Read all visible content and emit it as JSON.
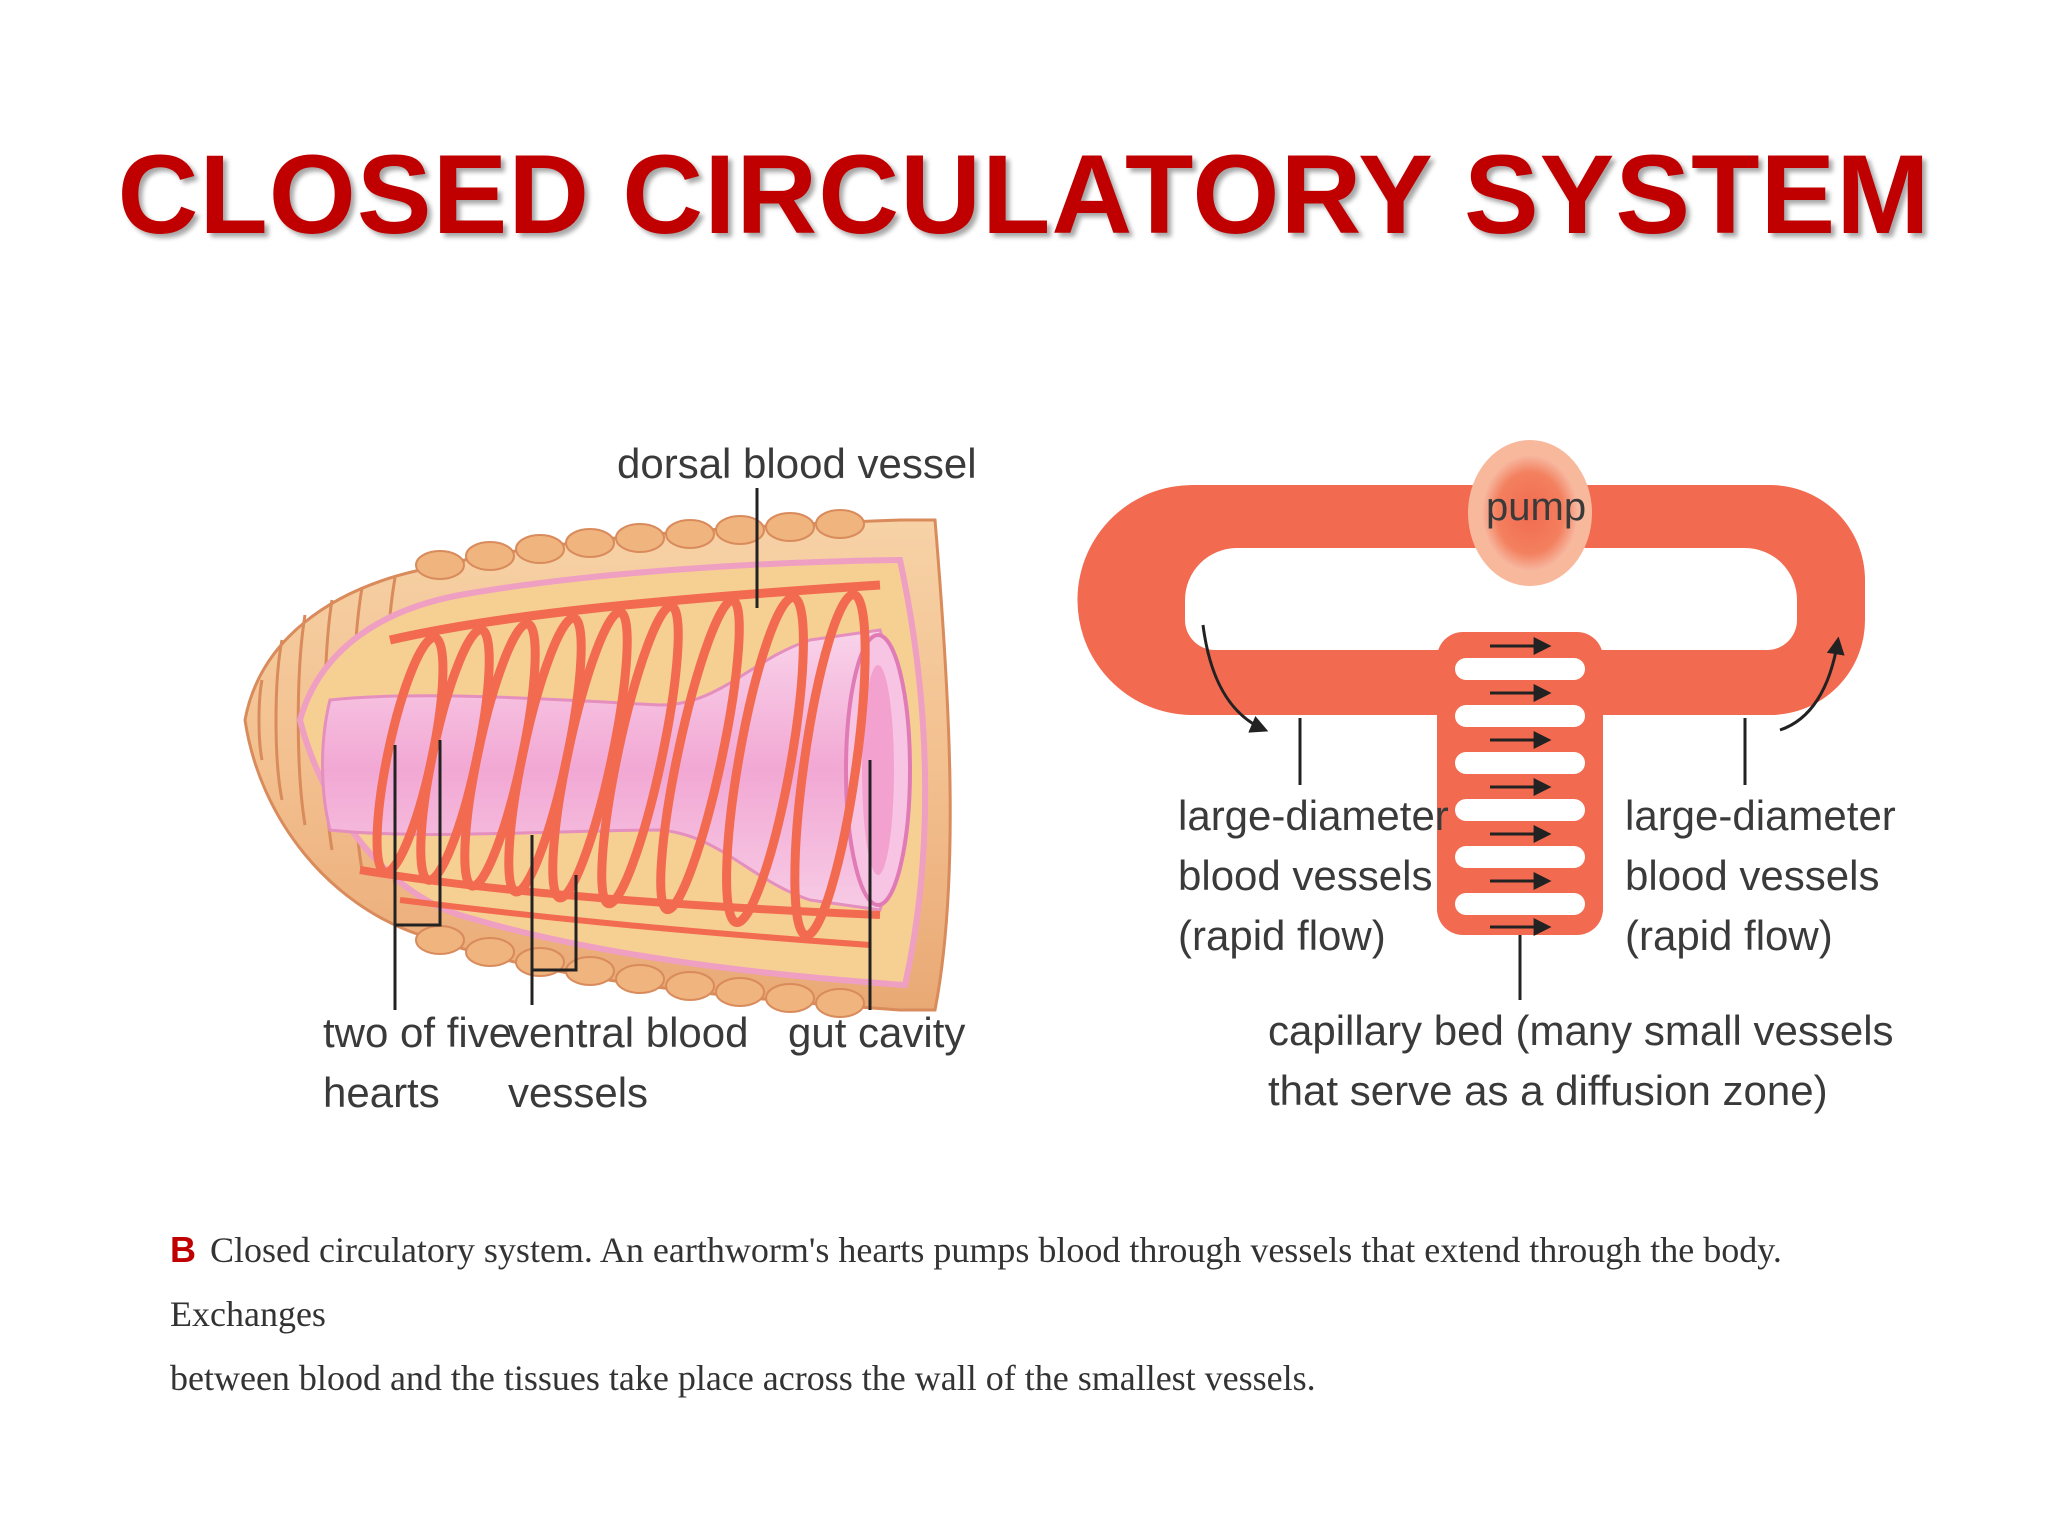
{
  "title": "CLOSED CIRCULATORY SYSTEM",
  "earthworm": {
    "dorsal": "dorsal blood vessel",
    "hearts_1": "two of five",
    "hearts_2": "hearts",
    "ventral_1": "ventral blood",
    "ventral_2": "vessels",
    "gut": "gut cavity"
  },
  "schematic": {
    "pump": "pump",
    "left_1": "large-diameter",
    "left_2": "blood vessels",
    "left_3": "(rapid flow)",
    "right_1": "large-diameter",
    "right_2": "blood vessels",
    "right_3": "(rapid flow)",
    "capillary_1": "capillary bed (many small vessels",
    "capillary_2": "that serve as a diffusion zone)"
  },
  "caption": {
    "letter": "B",
    "line1": "Closed circulatory system. An earthworm's hearts pumps blood through vessels that extend through the body. Exchanges",
    "line2": "between blood and the tissues take place across the wall of the smallest vessels."
  },
  "colors": {
    "title": "#c00000",
    "vessel": "#f26a4f",
    "body": "#f4c69a",
    "gut": "#f4b6d8"
  }
}
